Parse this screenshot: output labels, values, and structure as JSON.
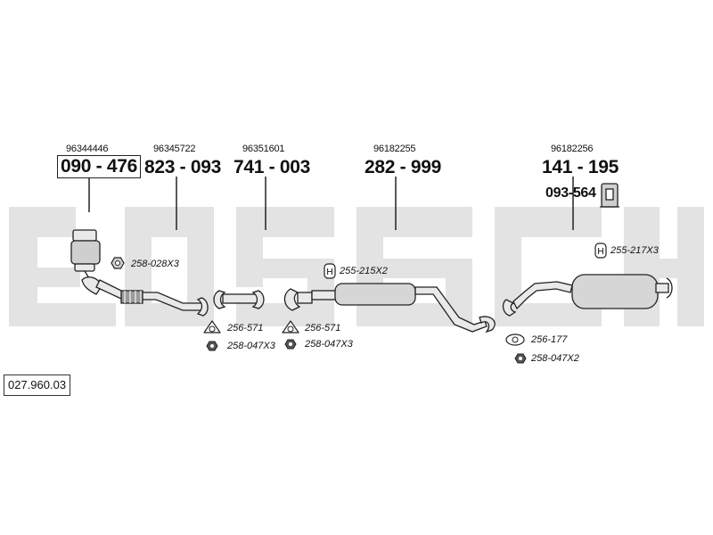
{
  "colors": {
    "watermark": "#e3e3e3",
    "line": "#222222",
    "part_fill": "#e9e9e9",
    "part_shade": "#9a9a9a"
  },
  "reference": "027.960.03",
  "parts": [
    {
      "oem": "96344446",
      "number": "090 - 476",
      "boxed": true
    },
    {
      "oem": "96345722",
      "number": "823 - 093"
    },
    {
      "oem": "96351601",
      "number": "741 - 003"
    },
    {
      "oem": "96182255",
      "number": "282 - 999"
    },
    {
      "oem": "96182256",
      "number": "141 - 195"
    }
  ],
  "mount_number": "093-564",
  "accessories": [
    {
      "code": "258-028X3",
      "icon": "nut-icon"
    },
    {
      "code": "255-215X2",
      "icon": "rubber-hanger-icon"
    },
    {
      "code": "255-217X3",
      "icon": "rubber-hanger-icon"
    },
    {
      "code": "256-571",
      "icon": "gasket-icon"
    },
    {
      "code": "258-047X3",
      "icon": "nut-icon"
    },
    {
      "code": "256-571",
      "icon": "gasket-icon"
    },
    {
      "code": "258-047X3",
      "icon": "nut-icon"
    },
    {
      "code": "256-177",
      "icon": "gasket-icon"
    },
    {
      "code": "258-047X2",
      "icon": "nut-icon"
    }
  ]
}
